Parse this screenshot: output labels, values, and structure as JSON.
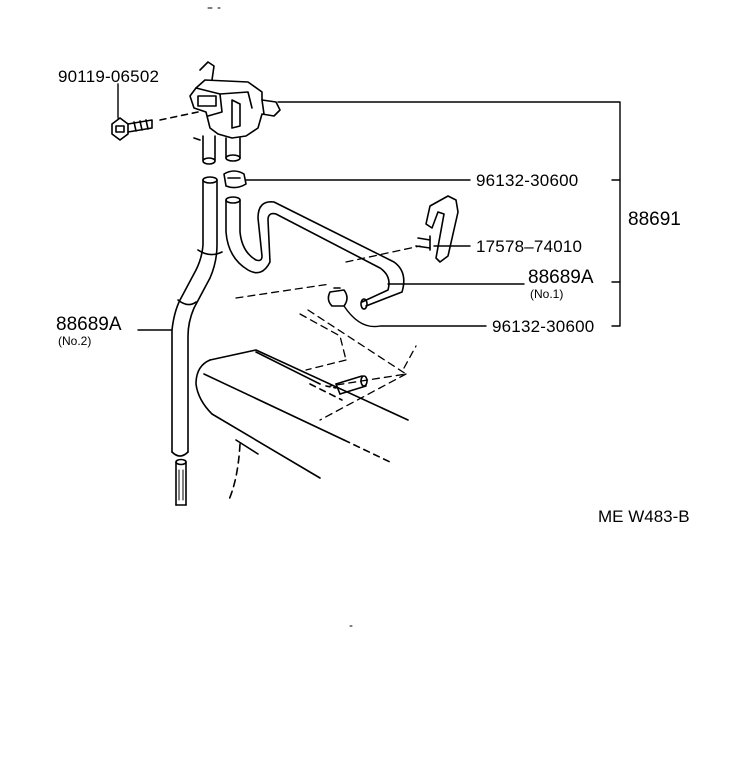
{
  "diagram": {
    "labels": {
      "bolt": "90119-06502",
      "clamp_upper": "96132-30600",
      "assembly": "88691",
      "bracket": "17578–74010",
      "hose_no1": "88689A",
      "hose_no1_sub": "(No.1)",
      "clamp_lower": "96132-30600",
      "hose_no2": "88689A",
      "hose_no2_sub": "(No.2)",
      "figure_code": "ME W483-B"
    }
  }
}
